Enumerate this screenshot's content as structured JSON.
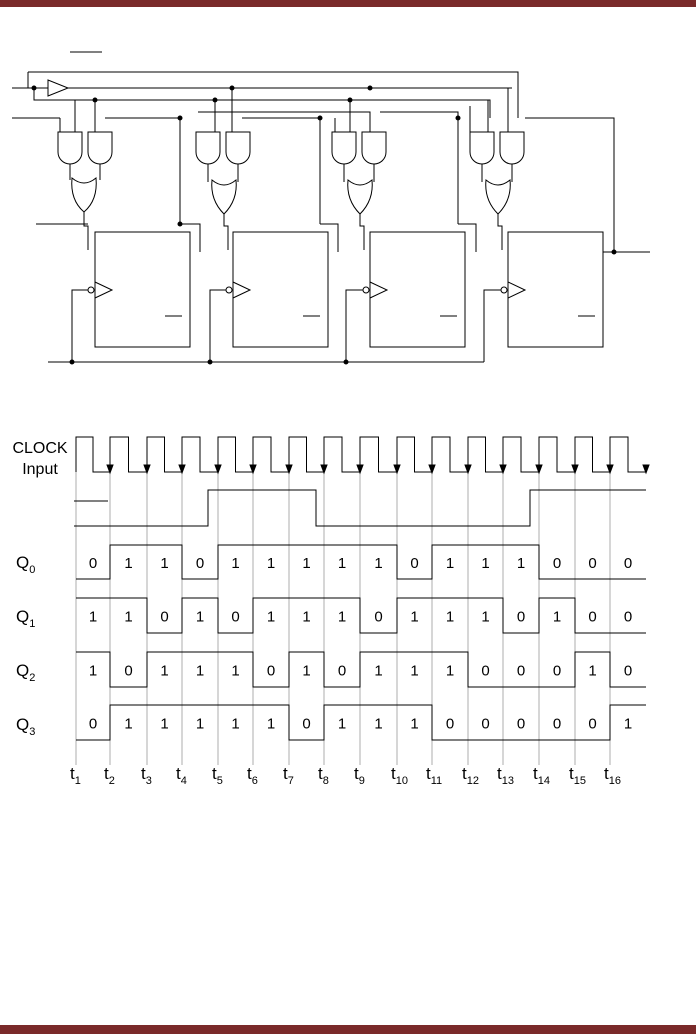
{
  "colors": {
    "accent_bar": "#7a2a2a",
    "line": "#000000",
    "guide": "#999999"
  },
  "timing": {
    "clock_label_1": "CLOCK",
    "clock_label_2": "Input",
    "q_labels": [
      {
        "main": "Q",
        "sub": "0"
      },
      {
        "main": "Q",
        "sub": "1"
      },
      {
        "main": "Q",
        "sub": "2"
      },
      {
        "main": "Q",
        "sub": "3"
      }
    ],
    "q_values": [
      [
        "0",
        "1",
        "1",
        "0",
        "1",
        "1",
        "1",
        "1",
        "1",
        "0",
        "1",
        "1",
        "1",
        "0",
        "0",
        "0"
      ],
      [
        "1",
        "1",
        "0",
        "1",
        "0",
        "1",
        "1",
        "1",
        "0",
        "1",
        "1",
        "1",
        "0",
        "1",
        "0",
        "0"
      ],
      [
        "1",
        "0",
        "1",
        "1",
        "1",
        "0",
        "1",
        "0",
        "1",
        "1",
        "1",
        "0",
        "0",
        "0",
        "1",
        "0"
      ],
      [
        "0",
        "1",
        "1",
        "1",
        "1",
        "1",
        "0",
        "1",
        "1",
        "1",
        "0",
        "0",
        "0",
        "0",
        "0",
        "1"
      ]
    ],
    "t_labels": [
      {
        "main": "t",
        "sub": "1"
      },
      {
        "main": "t",
        "sub": "2"
      },
      {
        "main": "t",
        "sub": "3"
      },
      {
        "main": "t",
        "sub": "4"
      },
      {
        "main": "t",
        "sub": "5"
      },
      {
        "main": "t",
        "sub": "6"
      },
      {
        "main": "t",
        "sub": "7"
      },
      {
        "main": "t",
        "sub": "8"
      },
      {
        "main": "t",
        "sub": "9"
      },
      {
        "main": "t",
        "sub": "10"
      },
      {
        "main": "t",
        "sub": "11"
      },
      {
        "main": "t",
        "sub": "12"
      },
      {
        "main": "t",
        "sub": "13"
      },
      {
        "main": "t",
        "sub": "14"
      },
      {
        "main": "t",
        "sub": "15"
      },
      {
        "main": "t",
        "sub": "16"
      }
    ]
  }
}
